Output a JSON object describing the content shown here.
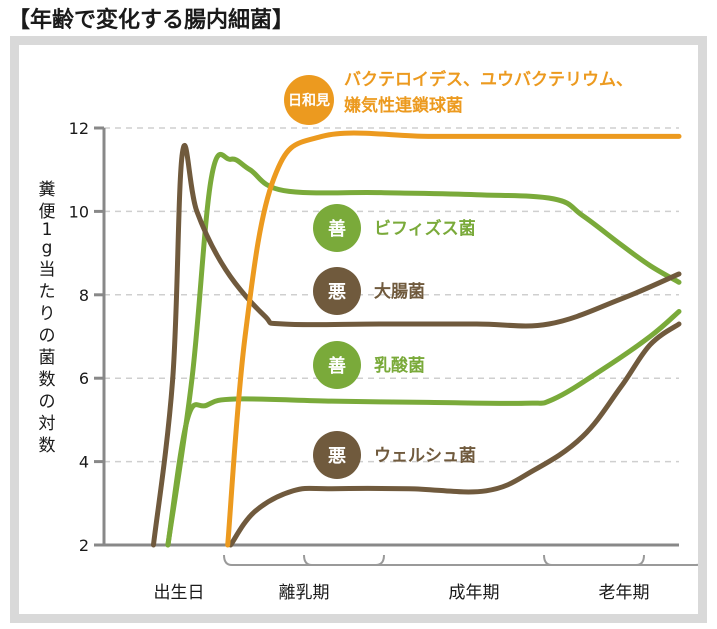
{
  "title": "【年齢で変化する腸内細菌】",
  "chart_data": {
    "type": "line",
    "ylabel": "糞便1g当たりの菌数の対数",
    "ylim": [
      2,
      12
    ],
    "yticks": [
      "2",
      "4",
      "6",
      "8",
      "10",
      "12"
    ],
    "periods": [
      "出生日",
      "離乳期",
      "成年期",
      "老年期"
    ],
    "series": [
      {
        "name": "バクテロイデス、ユウバクテリウム、嫌気性連鎖球菌",
        "badge": "日和見",
        "label_lines": [
          "バクテロイデス、ユウバクテリウム、",
          "嫌気性連鎖球菌"
        ],
        "color": "#ec9a1f",
        "points": [
          [
            0.92,
            2.0
          ],
          [
            1.1,
            7.0
          ],
          [
            1.4,
            10.8
          ],
          [
            1.9,
            11.8
          ],
          [
            3.0,
            11.8
          ],
          [
            4.0,
            11.8
          ],
          [
            5.0,
            11.8
          ],
          [
            5.6,
            11.8
          ]
        ]
      },
      {
        "name": "ビフィズス菌",
        "badge": "善",
        "label_lines": [
          "ビフィズス菌"
        ],
        "color": "#7aaa3a",
        "points": [
          [
            0.3,
            2.0
          ],
          [
            0.55,
            6.0
          ],
          [
            0.75,
            10.8
          ],
          [
            0.95,
            11.25
          ],
          [
            1.15,
            11.0
          ],
          [
            1.5,
            10.5
          ],
          [
            2.5,
            10.45
          ],
          [
            3.5,
            10.4
          ],
          [
            4.3,
            10.3
          ],
          [
            4.6,
            9.9
          ],
          [
            5.0,
            9.2
          ],
          [
            5.3,
            8.7
          ],
          [
            5.6,
            8.3
          ]
        ]
      },
      {
        "name": "大腸菌",
        "badge": "悪",
        "label_lines": [
          "大腸菌"
        ],
        "color": "#705a3d",
        "points": [
          [
            0.15,
            2.0
          ],
          [
            0.35,
            6.0
          ],
          [
            0.45,
            11.4
          ],
          [
            0.6,
            10.0
          ],
          [
            0.9,
            8.6
          ],
          [
            1.3,
            7.5
          ],
          [
            1.5,
            7.3
          ],
          [
            2.5,
            7.3
          ],
          [
            3.5,
            7.3
          ],
          [
            4.25,
            7.3
          ],
          [
            5.0,
            7.9
          ],
          [
            5.6,
            8.5
          ]
        ]
      },
      {
        "name": "乳酸菌",
        "badge": "善",
        "label_lines": [
          "乳酸菌"
        ],
        "color": "#7aaa3a",
        "points": [
          [
            0.3,
            2.0
          ],
          [
            0.5,
            5.0
          ],
          [
            0.7,
            5.35
          ],
          [
            1.0,
            5.5
          ],
          [
            2.0,
            5.45
          ],
          [
            3.0,
            5.42
          ],
          [
            4.0,
            5.4
          ],
          [
            4.3,
            5.5
          ],
          [
            4.8,
            6.2
          ],
          [
            5.3,
            7.0
          ],
          [
            5.6,
            7.6
          ]
        ]
      },
      {
        "name": "ウェルシュ菌",
        "badge": "悪",
        "label_lines": [
          "ウェルシュ菌"
        ],
        "color": "#705a3d",
        "points": [
          [
            0.95,
            2.0
          ],
          [
            1.2,
            2.8
          ],
          [
            1.6,
            3.3
          ],
          [
            2.0,
            3.35
          ],
          [
            2.8,
            3.35
          ],
          [
            3.6,
            3.3
          ],
          [
            4.1,
            3.8
          ],
          [
            4.6,
            4.6
          ],
          [
            5.0,
            5.8
          ],
          [
            5.3,
            6.8
          ],
          [
            5.6,
            7.3
          ]
        ]
      }
    ]
  }
}
